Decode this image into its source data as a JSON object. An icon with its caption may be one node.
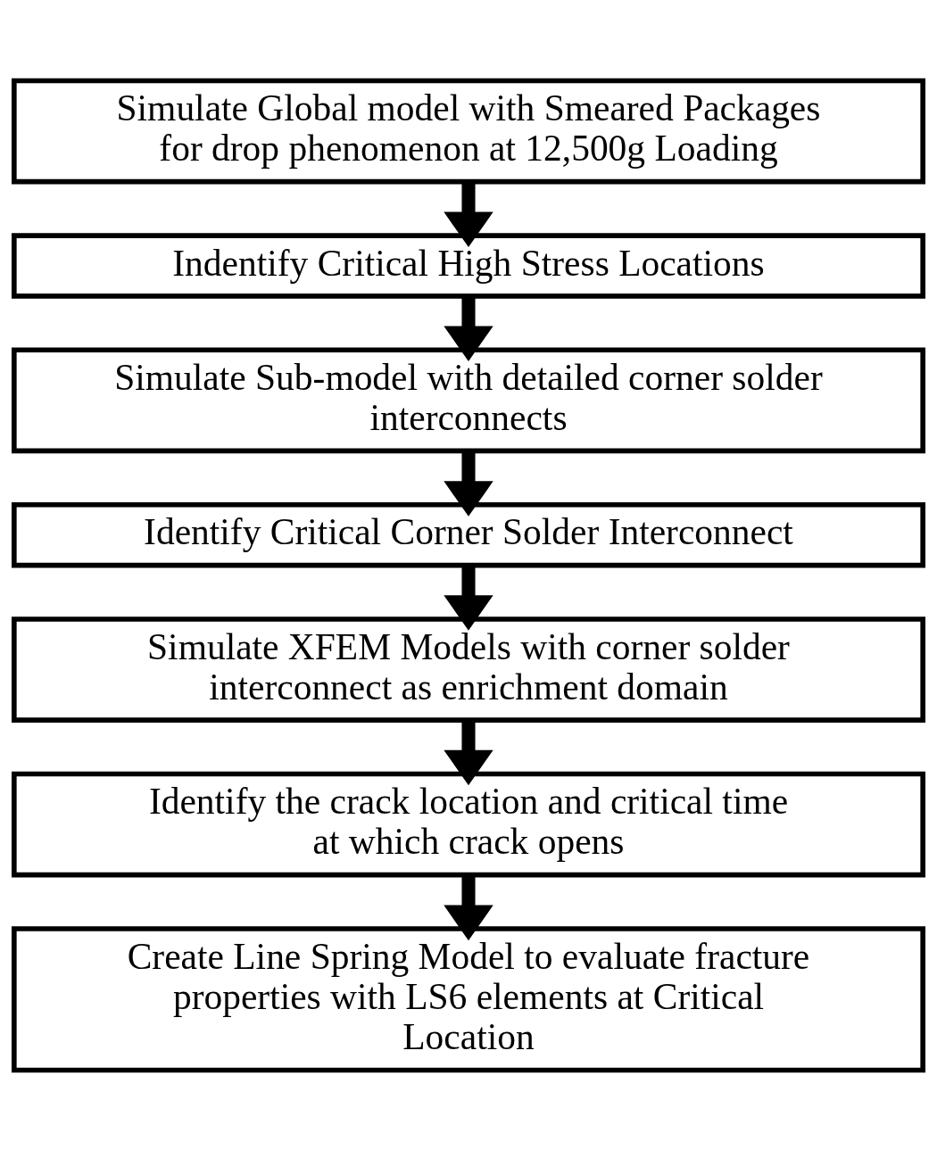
{
  "diagram": {
    "nodes": [
      {
        "text": [
          "Simulate Global model with Smeared Packages for drop phenomenon at 12,500g Loading"
        ]
      },
      {
        "text": [
          "Indentify Critical High Stress Locations"
        ]
      },
      {
        "text": [
          "Simulate Sub-model with detailed corner solder interconnects"
        ]
      },
      {
        "text": [
          "Identify Critical Corner Solder Interconnect"
        ]
      },
      {
        "text": [
          "Simulate XFEM Models with corner solder interconnect as enrichment domain"
        ]
      },
      {
        "text": [
          "Identify the crack location and critical time at which crack opens"
        ]
      },
      {
        "text": [
          "Create Line Spring Model to evaluate fracture properties with LS6 elements at Critical Location"
        ]
      }
    ],
    "edges": [
      {
        "from": 0,
        "to": 1,
        "arrow": "to"
      },
      {
        "from": 1,
        "to": 2,
        "arrow": "to"
      },
      {
        "from": 2,
        "to": 3,
        "arrow": "to"
      },
      {
        "from": 3,
        "to": 4,
        "arrow": "to"
      },
      {
        "from": 4,
        "to": 5,
        "arrow": "to"
      },
      {
        "from": 5,
        "to": 6,
        "arrow": "to"
      }
    ]
  }
}
